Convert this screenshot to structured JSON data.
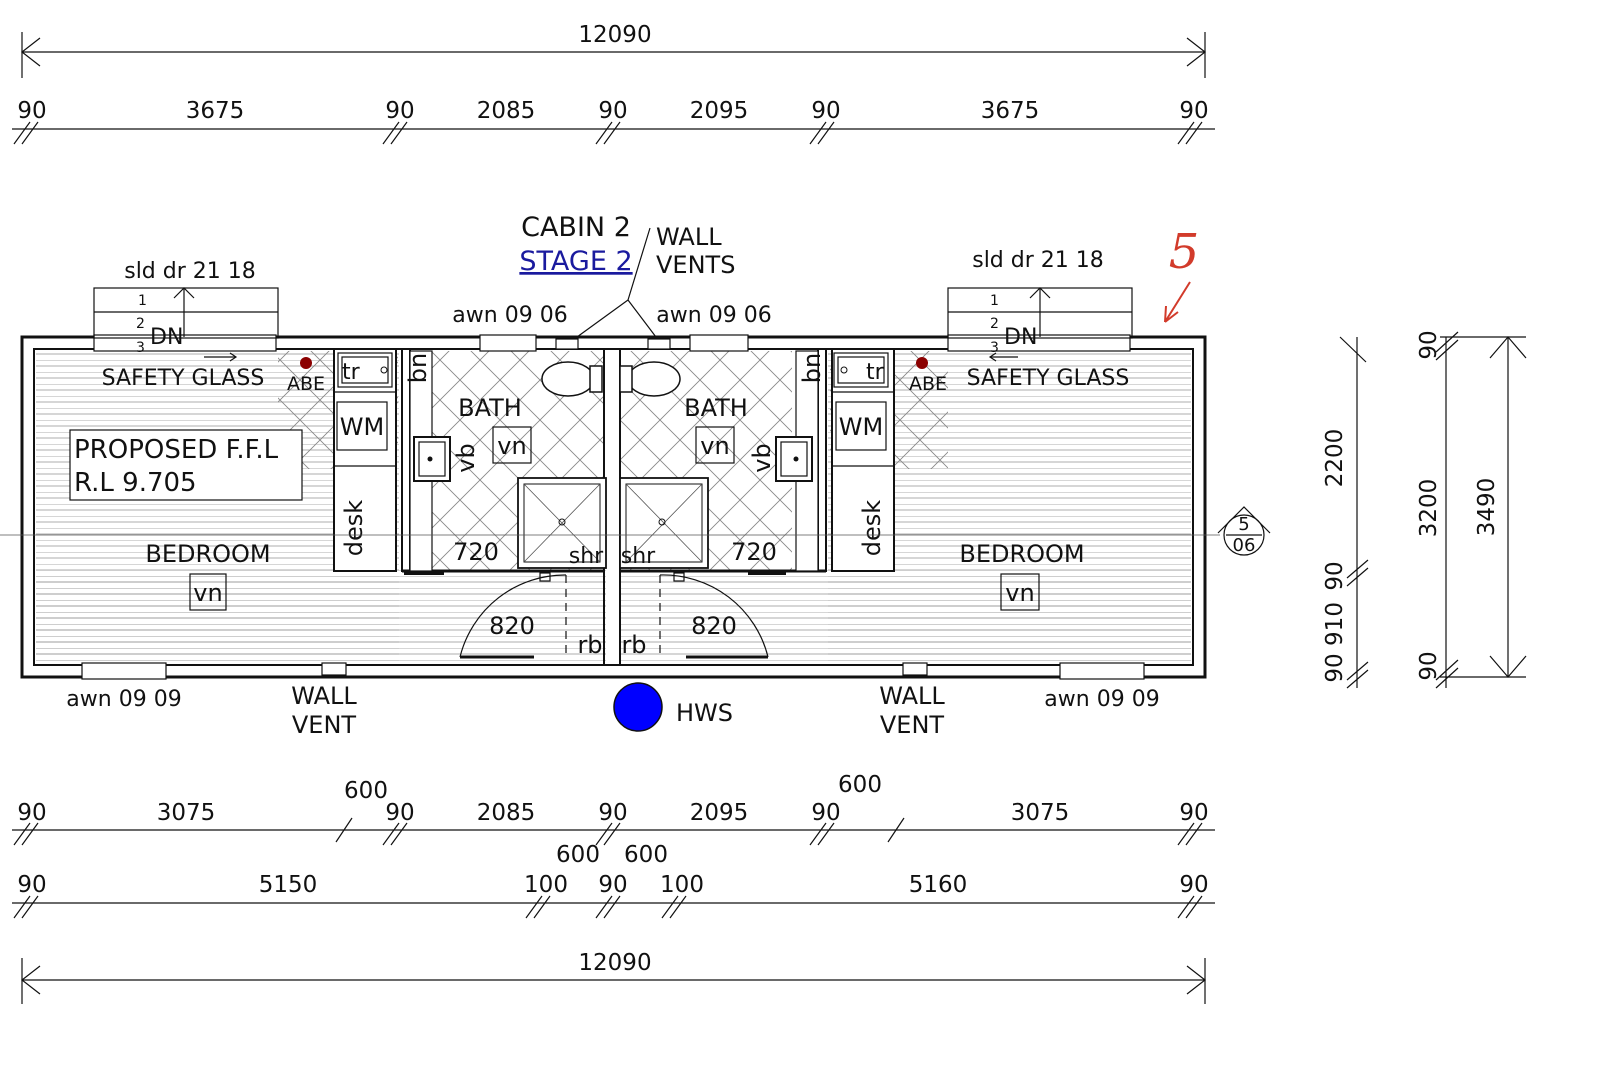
{
  "title": {
    "cabin": "CABIN 2",
    "stage": "STAGE 2"
  },
  "top": {
    "overall": "12090",
    "segments": [
      "90",
      "3675",
      "90",
      "2085",
      "90",
      "2095",
      "90",
      "3675",
      "90"
    ]
  },
  "bottom": {
    "row1": [
      "90",
      "3075",
      "600",
      "90",
      "2085",
      "90",
      "2095",
      "90",
      "600",
      "3075",
      "90"
    ],
    "row1_sub": [
      "600",
      "600"
    ],
    "row2": [
      "90",
      "5150",
      "100",
      "90",
      "100",
      "5160",
      "90"
    ],
    "overall": "12090"
  },
  "right": {
    "inner": [
      "2200",
      "90",
      "910",
      "90"
    ],
    "mid": [
      "90",
      "3200",
      "90"
    ],
    "overall": "3490"
  },
  "labels": {
    "wall_vents": [
      "WALL",
      "VENTS"
    ],
    "awn_top_left": "awn 09 06",
    "awn_top_right": "awn 09 06",
    "sld_left": "sld dr 21 18",
    "sld_right": "sld dr 21 18",
    "step1": "1",
    "step2": "2",
    "step3": "3",
    "dn": "DN",
    "safety_glass_left": "SAFETY GLASS",
    "safety_glass_right": "SAFETY GLASS",
    "abe": "ABE",
    "tr": "tr",
    "wm": "WM",
    "bn": "bn",
    "desk": "desk",
    "bath": "BATH",
    "vb": "vb",
    "vn": "vn",
    "shr": "shr",
    "rb": "rb",
    "door_720": "720",
    "door_820": "820",
    "bedroom": "BEDROOM",
    "ffl_1": "PROPOSED F.F.L",
    "ffl_2": "R.L 9.705",
    "awn_bottom_left": "awn 09 09",
    "awn_bottom_right": "awn 09 09",
    "wall_vent": [
      "WALL",
      "VENT"
    ],
    "hws": "HWS",
    "section_top": "5",
    "section_bottom": "06",
    "handwritten": "5"
  },
  "colors": {
    "hws": "#0000ff",
    "abe": "#8b0000",
    "stage_link": "#1a1a9e",
    "annotation": "#d23b2b"
  }
}
